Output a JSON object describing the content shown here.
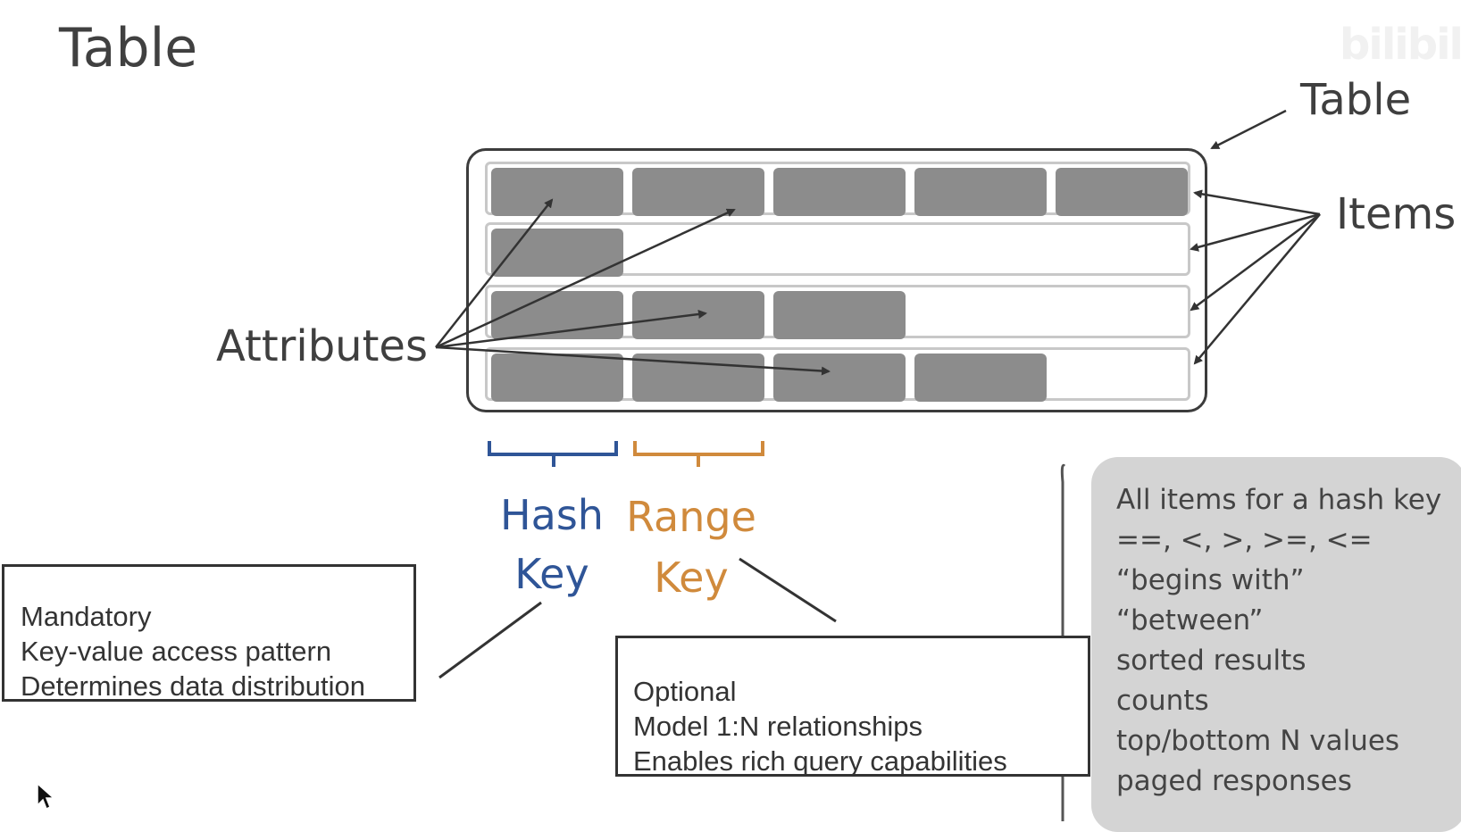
{
  "slide": {
    "title": "Table"
  },
  "labels": {
    "table": "Table",
    "items": "Items",
    "attributes": "Attributes"
  },
  "keys": {
    "hash": {
      "line1": "Hash",
      "line2": "Key",
      "color": "#2f5597"
    },
    "range": {
      "line1": "Range",
      "line2": "Key",
      "color": "#d08a3c"
    }
  },
  "table_rows": [
    {
      "attribute_count": 5
    },
    {
      "attribute_count": 1
    },
    {
      "attribute_count": 3
    },
    {
      "attribute_count": 4
    }
  ],
  "hash_note": {
    "lines": [
      "Mandatory",
      "Key-value access pattern",
      "Determines data distribution"
    ]
  },
  "range_note": {
    "lines": [
      "Optional",
      "Model 1:N relationships",
      "Enables rich query capabilities"
    ]
  },
  "query_capabilities": {
    "lines": [
      "All items for a hash key",
      "==, <, >, >=, <=",
      "“begins with”",
      "“between”",
      "sorted results",
      "counts",
      "top/bottom N values",
      "paged responses"
    ]
  },
  "watermark": "bilibili",
  "icons": {
    "cursor": "mouse-pointer-icon"
  }
}
